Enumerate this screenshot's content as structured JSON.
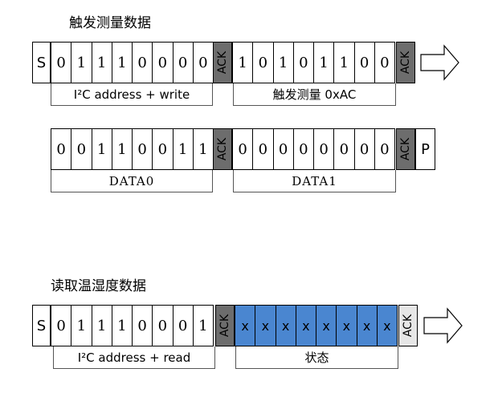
{
  "section1": {
    "title": "触发测量数据",
    "row1": {
      "start": "S",
      "bits_a": [
        "0",
        "1",
        "1",
        "1",
        "0",
        "0",
        "0",
        "0"
      ],
      "ack_a": "ACK",
      "bits_b": [
        "1",
        "0",
        "1",
        "0",
        "1",
        "1",
        "0",
        "0"
      ],
      "ack_b": "ACK",
      "label_a": "I²C address + write",
      "label_b": "触发测量 0xAC"
    },
    "row2": {
      "bits_a": [
        "0",
        "0",
        "1",
        "1",
        "0",
        "0",
        "1",
        "1"
      ],
      "ack_a": "ACK",
      "bits_b": [
        "0",
        "0",
        "0",
        "0",
        "0",
        "0",
        "0",
        "0"
      ],
      "ack_b": "ACK",
      "stop": "P",
      "label_a": "DATA0",
      "label_b": "DATA1"
    }
  },
  "section2": {
    "title": "读取温湿度数据",
    "row": {
      "start": "S",
      "bits_a": [
        "0",
        "1",
        "1",
        "1",
        "0",
        "0",
        "0",
        "1"
      ],
      "ack_a": "ACK",
      "bits_b": [
        "x",
        "x",
        "x",
        "x",
        "x",
        "x",
        "x",
        "x"
      ],
      "ack_b": "ACK",
      "label_a": "I²C address + read",
      "label_b": "状态"
    }
  },
  "colors": {
    "ack_dark": "#6d6d6d",
    "ack_light": "#e6e6e6",
    "status_blue": "#4a86d0"
  }
}
